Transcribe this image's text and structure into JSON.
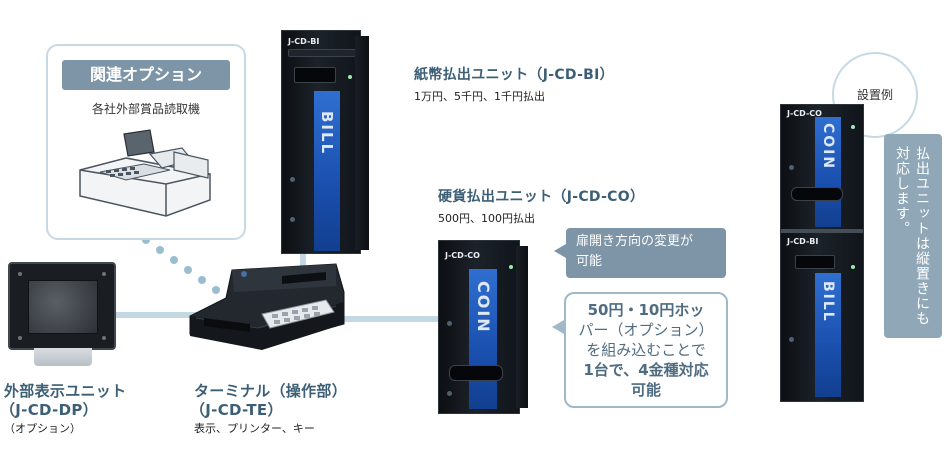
{
  "option_card": {
    "title": "関連オプション",
    "subtitle": "各社外部賞品読取機"
  },
  "bill_unit": {
    "title": "紙幣払出ユニット（J-CD-BI）",
    "sub": "1万円、5千円、1千円払出",
    "tag": "J-CD-BI",
    "vertical": "BILL"
  },
  "coin_unit": {
    "title": "硬貨払出ユニット（J-CD-CO）",
    "sub": "500円、100円払出",
    "tag": "J-CD-CO",
    "vertical": "COIN"
  },
  "door_note": {
    "line1": "扉開き方向の変更が",
    "line2": "可能"
  },
  "hopper_note": {
    "line1": "50円・10円ホッ",
    "line2": "パー（オプション）",
    "line3": "を組み込むことで",
    "line4": "1台で、4金種対応",
    "line5": "可能"
  },
  "display_unit": {
    "title": "外部表示ユニット",
    "code": "（J-CD-DP）",
    "sub": "（オプション）"
  },
  "terminal": {
    "title": "ターミナル（操作部）",
    "code": "（J-CD-TE）",
    "sub": "表示、プリンター、キー"
  },
  "example": {
    "label": "設置例",
    "note": "払出ユニットは縦置きにも対応します。"
  },
  "stack_unit": {
    "coin_tag": "J-CD-CO",
    "bill_tag": "J-CD-BI",
    "coin_vertical": "COIN",
    "bill_vertical": "BILL"
  },
  "colors": {
    "accent": "#3d5f76",
    "stripe": "#1a4fae",
    "note_bg": "#7d95a6",
    "line": "#c3d8e3"
  }
}
